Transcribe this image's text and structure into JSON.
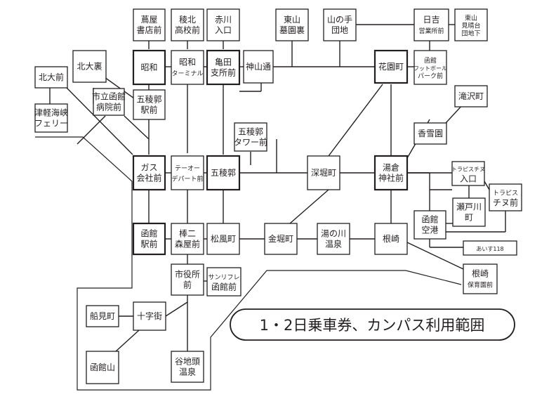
{
  "notice": "1・2日乗車券、カンパス利用範囲",
  "stops": {
    "tsutaya": [
      "蔦屋",
      "書店前"
    ],
    "ryohoku": [
      "稜北",
      "高校前"
    ],
    "akagawa": [
      "赤川",
      "入口"
    ],
    "higashiyama_bochi": [
      "東山",
      "墓園裏"
    ],
    "yamanote": [
      "山の手",
      "団地"
    ],
    "hiyoshi": [
      "日吉",
      "営業所前"
    ],
    "higashiyama_miharashi": [
      "東山",
      "見晴台",
      "団地下"
    ],
    "kitaourai": [
      "北大裏"
    ],
    "showa": [
      "昭和"
    ],
    "showa_terminal": [
      "昭和",
      "ターミナル"
    ],
    "kameda": [
      "亀田",
      "支所前"
    ],
    "kamiyamadori": [
      "神山通"
    ],
    "kaenmachi": [
      "花園町"
    ],
    "football": [
      "函館",
      "フットボール",
      "パーク前"
    ],
    "kitadaimae": [
      "北大前"
    ],
    "shiritsu_byoin": [
      "市立函館",
      "病院前"
    ],
    "goryokaku_eki": [
      "五稜郭",
      "駅前"
    ],
    "takizawa": [
      "滝沢町"
    ],
    "tsugaru": [
      "津軽海峡",
      "フェリー"
    ],
    "kosetsuen": [
      "香雪園"
    ],
    "tower": [
      "五稜郭",
      "タワー前"
    ],
    "gas": [
      "ガス",
      "会社前"
    ],
    "teo": [
      "テーオー",
      "デパート前"
    ],
    "goryokaku": [
      "五稜郭"
    ],
    "fukabori": [
      "深堀町"
    ],
    "yunokawa_jinja": [
      "湯倉",
      "神社前"
    ],
    "tropical_iriguchi": [
      "トラピスチヌ",
      "入口"
    ],
    "tropical_mae": [
      "トラピス",
      "チヌ前"
    ],
    "setogawa": [
      "瀬戸川",
      "町"
    ],
    "airport": [
      "函館",
      "空港"
    ],
    "hakodate_eki": [
      "函館",
      "駅前"
    ],
    "bonisen": [
      "棒二",
      "森屋前"
    ],
    "matsukaze": [
      "松風町"
    ],
    "kanehori": [
      "金堀町"
    ],
    "yunokawa_onsen": [
      "湯の川",
      "温泉"
    ],
    "nesaki": [
      "根崎"
    ],
    "aisu": [
      "あいす118"
    ],
    "nesaki_hoikuen": [
      "根崎",
      "保育園前"
    ],
    "shiyakusho": [
      "市役所",
      "前"
    ],
    "sunriffle": [
      "サンリフレ",
      "函館前"
    ],
    "funamicho": [
      "船見町"
    ],
    "jujigai": [
      "十字街"
    ],
    "hakodateyama": [
      "函館山"
    ],
    "yachigashira": [
      "谷地頭",
      "温泉"
    ]
  }
}
